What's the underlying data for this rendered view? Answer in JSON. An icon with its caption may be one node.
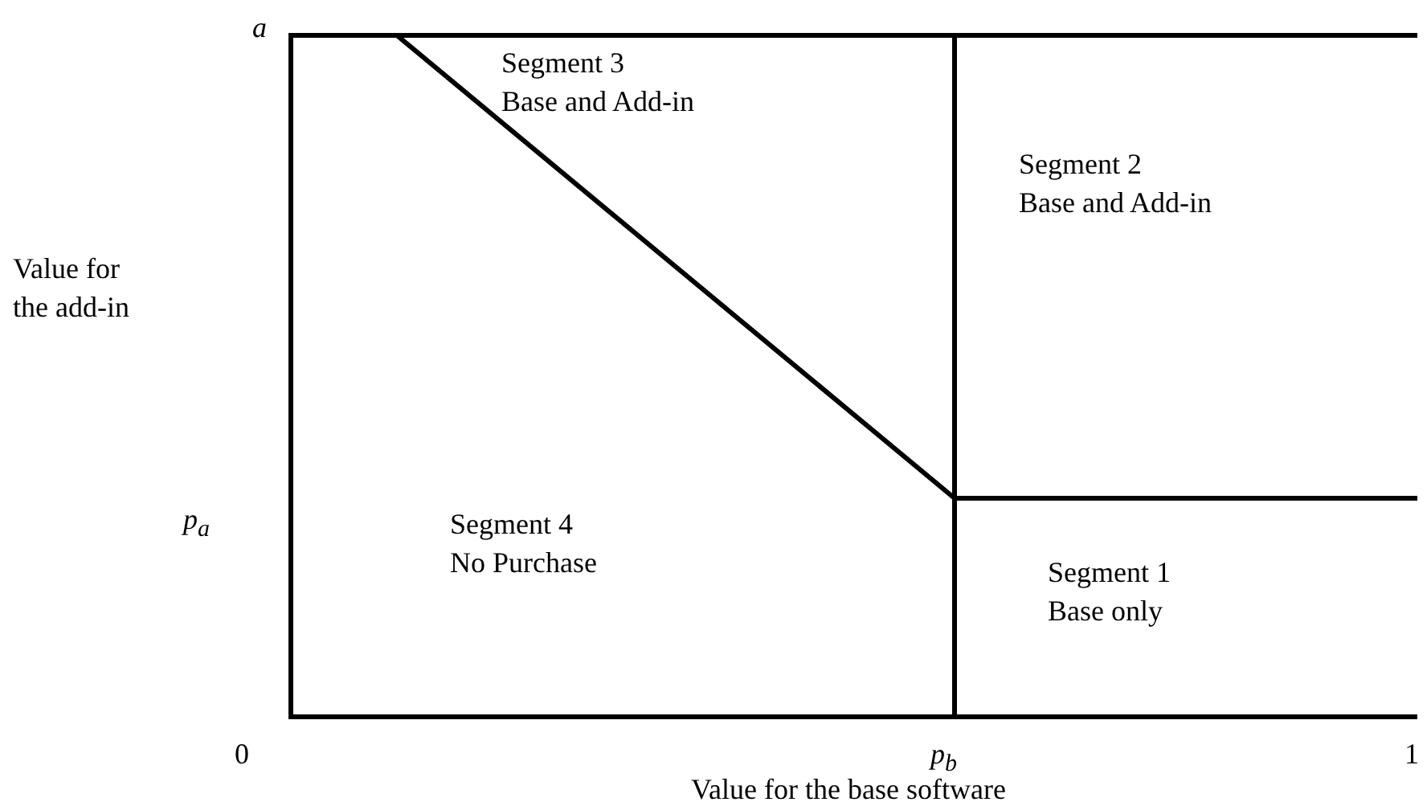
{
  "diagram": {
    "labels": [
      "a",
      "Segment 3",
      "Base and Add-in",
      "Segment 2",
      "Base and Add-in",
      "Value for",
      "the add-in",
      "p$_{a}$",
      "Segment 4",
      "No Purchase",
      "Segment 1",
      "Base only",
      "0",
      "p$_{b}$",
      "1",
      "Value for the base software"
    ]
  }
}
